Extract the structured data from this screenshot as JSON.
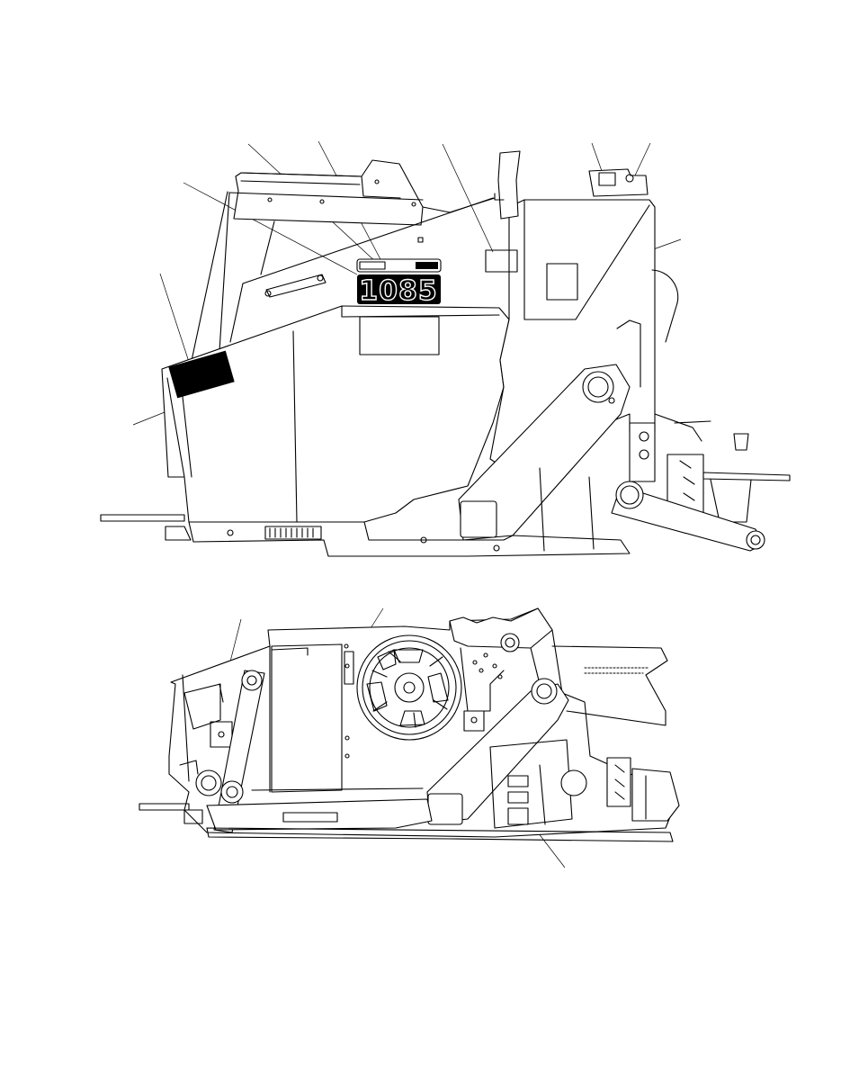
{
  "diagram": {
    "model_decal_text": "1085",
    "views": [
      "upper-side-view",
      "lower-side-view"
    ]
  },
  "colors": {
    "line": "#000000",
    "background": "#ffffff"
  }
}
